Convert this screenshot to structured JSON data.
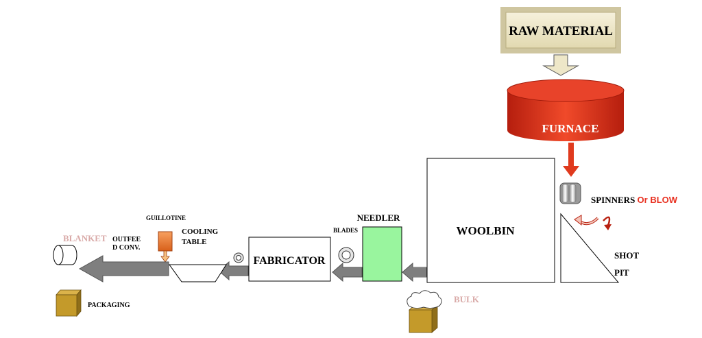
{
  "labels": {
    "raw_material": "RAW MATERIAL",
    "furnace": "FURNACE",
    "woolbin": "WOOLBIN",
    "spinners": "SPINNERS ",
    "or_blow": "Or BLOW",
    "shot": "SHOT",
    "pit": "PIT",
    "needler": "NEEDLER",
    "blades": "BLADES",
    "fabricator": "FABRICATOR",
    "guillotine": "GUILLOTINE",
    "cooling": "COOLING",
    "table": "TABLE",
    "outfeed_1": "OUTFEE",
    "outfeed_2": "D CONV.",
    "blanket": "BLANKET",
    "packaging": "PACKAGING",
    "bulk": "BULK"
  },
  "colors": {
    "raw_material_box": "#eee7c8",
    "furnace": "#e2301c",
    "furnace_dark": "#b82010",
    "red_arrow": "#e03a1e",
    "gray_arrow": "#7f7f7f",
    "needler": "#99f59e",
    "guillotine": "#f0803a",
    "package": "#c49a2a",
    "pink_text": "#d9aaa8",
    "blow_text": "#e83020"
  }
}
